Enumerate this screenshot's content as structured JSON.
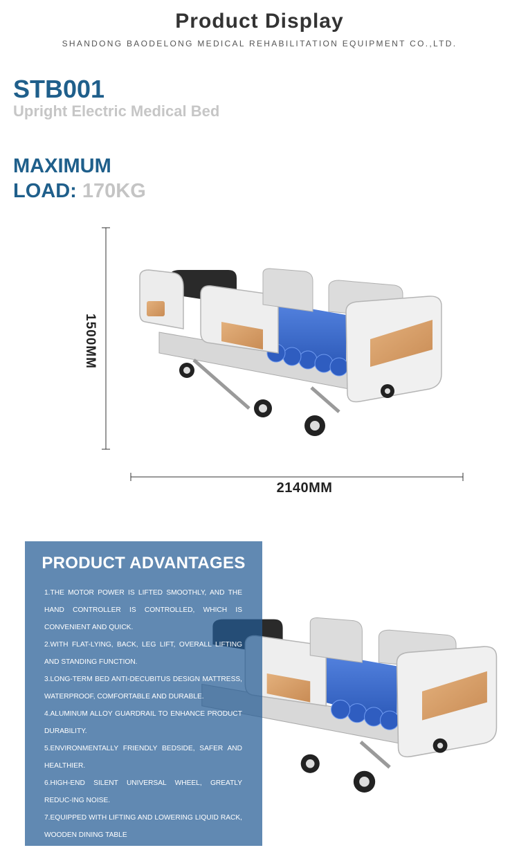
{
  "header": {
    "title": "Product Display",
    "company": "SHANDONG BAODELONG MEDICAL REHABILITATION EQUIPMENT CO.,LTD."
  },
  "product": {
    "model": "STB001",
    "name": "Upright Electric Medical Bed",
    "load_label_line1": "MAXIMUM",
    "load_label_line2": "LOAD:",
    "load_value": "170KG"
  },
  "dimensions": {
    "height": "1500MM",
    "length": "2140MM"
  },
  "advantages": {
    "title": "PRODUCT ADVANTAGES",
    "items": [
      "1.THE MOTOR POWER IS LIFTED SMOOTHLY, AND THE HAND CONTROLLER IS CONTROLLED, WHICH IS CONVENIENT AND QUICK.",
      "2.WITH FLAT-LYING, BACK, LEG LIFT, OVERALL LIFTING AND STANDING FUNCTION.",
      "3.LONG-TERM BED ANTI-DECUBITUS DESIGN MATTRESS, WATERPROOF, COMFORTABLE AND DURABLE.",
      "4.ALUMINUM ALLOY GUARDRAIL TO ENHANCE PRODUCT DURABILITY.",
      "5.ENVIRONMENTALLY FRIENDLY BEDSIDE, SAFER AND HEALTHIER.",
      "6.HIGH-END SILENT UNIVERSAL WHEEL, GREATLY REDUC-ING NOISE.",
      "7.EQUIPPED WITH LIFTING AND LOWERING LIQUID RACK, WOODEN DINING TABLE"
    ]
  },
  "colors": {
    "brand_blue": "#1f5f8b",
    "panel_blue": "#245c94",
    "mattress_blue": "#3f6fd4",
    "wood": "#d9a06a"
  }
}
